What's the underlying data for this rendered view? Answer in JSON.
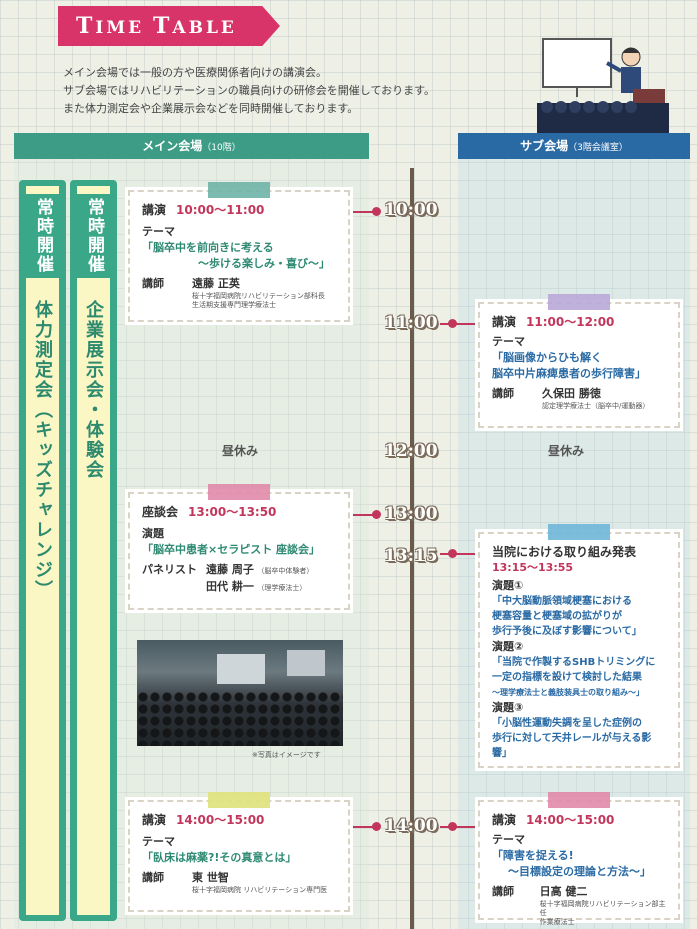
{
  "header": {
    "title_t": "T",
    "title_ime": "IME ",
    "title_t2": "T",
    "title_able": "ABLE",
    "intro_lines": [
      "メイン会場では一般の方や医療関係者向けの講演会。",
      "サブ会場ではリハビリテーションの職員向けの研修会を開催しております。",
      "また体力測定会や企業展示会などを同時開催しております。"
    ]
  },
  "columns": {
    "main": {
      "label": "メイン会場",
      "floor": "（10階）"
    },
    "sub": {
      "label": "サブ会場",
      "floor": "（3階会議室）"
    }
  },
  "banners": [
    {
      "head": "常時開催",
      "body": "体力測定会（キッズチャレンジ）"
    },
    {
      "head": "常時開催",
      "body": "企業展示会・体験会"
    }
  ],
  "times": [
    "10:00",
    "11:00",
    "12:00",
    "13:00",
    "13:15",
    "14:00"
  ],
  "main_sessions": {
    "s1": {
      "type": "講演",
      "time": "10:00〜11:00",
      "theme_label": "テーマ",
      "theme_lines": [
        "「脳卒中を前向きに考える",
        "〜歩ける楽しみ・喜び〜」"
      ],
      "speaker_role": "講師",
      "speaker_name": "遠藤 正英",
      "speaker_aff": [
        "桜十字福岡病院リハビリテーション部科長",
        "生活期支援専門理学療法士"
      ]
    },
    "lunch": "昼休み",
    "s2": {
      "type": "座談会",
      "time": "13:00〜13:50",
      "theme_label": "演題",
      "theme_lines": [
        "「脳卒中患者×セラピスト 座談会」"
      ],
      "speaker_role": "パネリスト",
      "speakers": [
        {
          "name": "遠藤 周子",
          "aff": "（脳卒中体験者）"
        },
        {
          "name": "田代 耕一",
          "aff": "（理学療法士）"
        }
      ]
    },
    "photo_note": "※写真はイメージです",
    "s3": {
      "type": "講演",
      "time": "14:00〜15:00",
      "theme_label": "テーマ",
      "theme_lines": [
        "「臥床は麻薬?!その真意とは」"
      ],
      "speaker_role": "講師",
      "speaker_name": "東 世智",
      "speaker_aff": [
        "桜十字福岡病院 リハビリテーション専門医"
      ]
    }
  },
  "sub_sessions": {
    "s1": {
      "type": "講演",
      "time": "11:00〜12:00",
      "theme_label": "テーマ",
      "theme_lines": [
        "「脳画像からひも解く",
        "脳卒中片麻痺患者の歩行障害」"
      ],
      "speaker_role": "講師",
      "speaker_name": "久保田 勝徳",
      "speaker_aff": [
        "認定理学療法士（脳卒中/運動器）"
      ]
    },
    "lunch": "昼休み",
    "s2": {
      "title": "当院における取り組み発表",
      "time": "13:15〜13:55",
      "talks": [
        {
          "label": "演題①",
          "lines": [
            "「中大脳動脈領域梗塞における",
            "梗塞容量と梗塞域の拡がりが",
            "歩行予後に及ぼす影響について」"
          ]
        },
        {
          "label": "演題②",
          "lines": [
            "「当院で作製するSHBトリミングに",
            "一定の指標を設けて検討した結果",
            "〜理学療法士と義肢装具士の取り組み〜」"
          ]
        },
        {
          "label": "演題③",
          "lines": [
            "「小脳性運動失調を呈した症例の",
            "歩行に対して天井レールが与える影響」"
          ]
        }
      ]
    },
    "s3": {
      "type": "講演",
      "time": "14:00〜15:00",
      "theme_label": "テーマ",
      "theme_lines": [
        "「障害を捉える!",
        "〜目標設定の理論と方法〜」"
      ],
      "speaker_role": "講師",
      "speaker_name": "日高 健二",
      "speaker_aff": [
        "桜十字福岡病院リハビリテーション部主任",
        "作業療法士"
      ]
    }
  }
}
